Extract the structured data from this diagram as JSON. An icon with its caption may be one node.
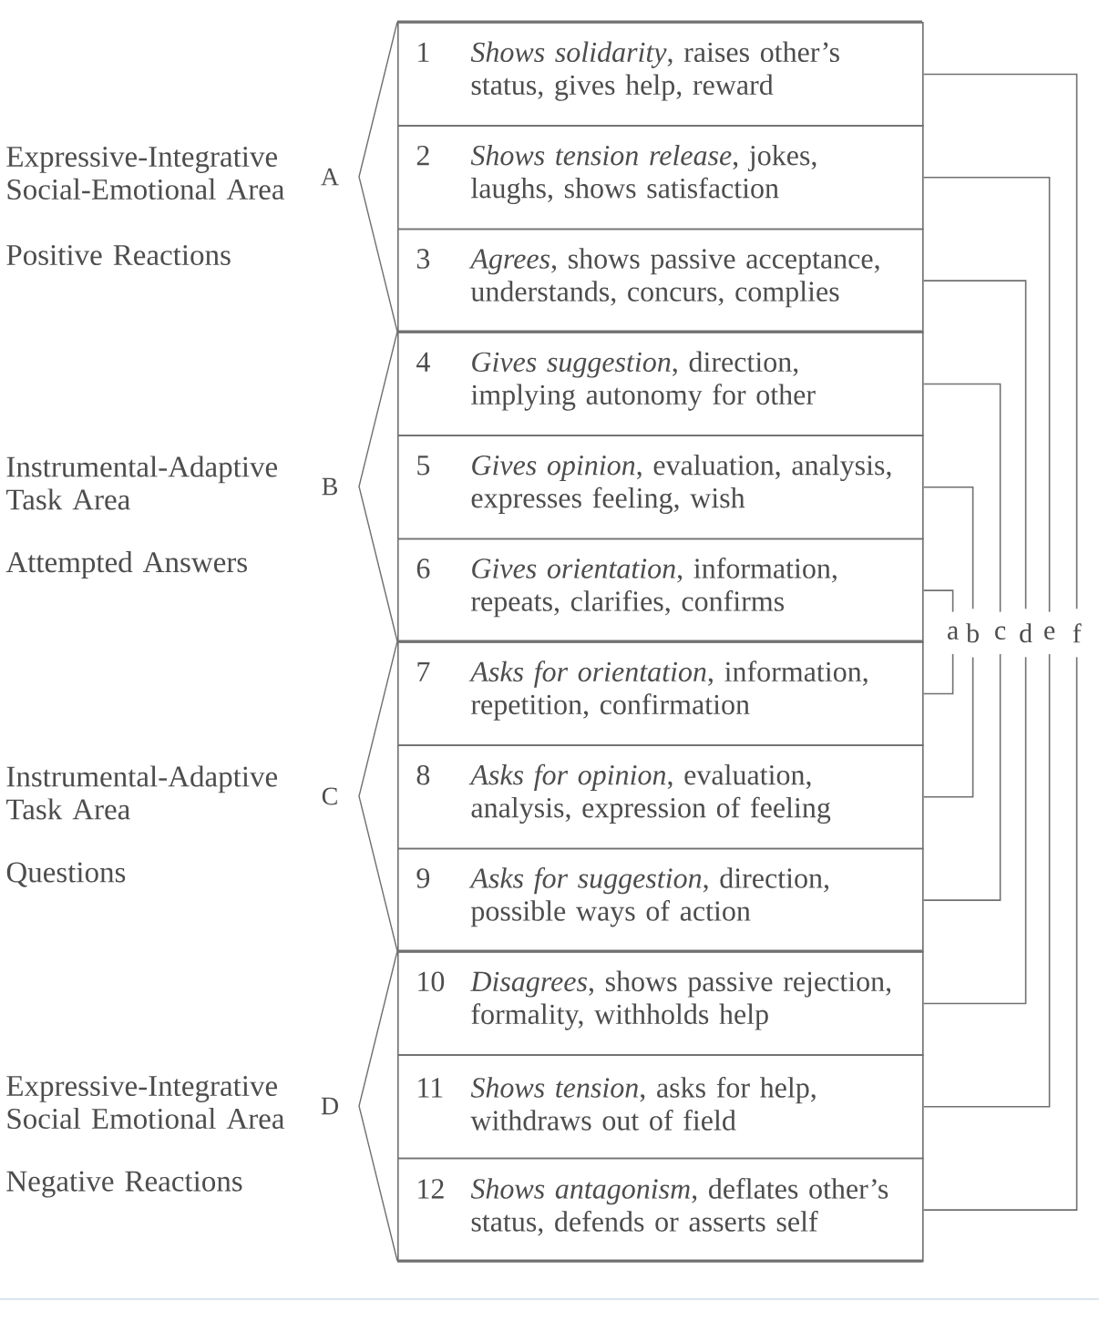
{
  "diagram": {
    "nodes": [
      {
        "text": [
          "1",
          "*Shows solidarity*, raises other’s status, gives help, reward"
        ]
      },
      {
        "text": [
          "2",
          "*Shows tension release*, jokes, laughs, shows satisfaction"
        ]
      },
      {
        "text": [
          "3",
          "*Agrees*, shows passive acceptance, understands, concurs, complies"
        ]
      },
      {
        "text": [
          "4",
          "*Gives suggestion*, direction, implying autonomy for other"
        ]
      },
      {
        "text": [
          "5",
          "*Gives opinion*, evaluation, analysis, expresses feeling, wish"
        ]
      },
      {
        "text": [
          "6",
          "*Gives orientation*, information, repeats, clarifies, confirms"
        ]
      },
      {
        "text": [
          "7",
          "*Asks for orientation*, information, repetition, confirmation"
        ]
      },
      {
        "text": [
          "8",
          "*Asks for opinion*, evaluation, analysis, expression of feeling"
        ]
      },
      {
        "text": [
          "9",
          "*Asks for suggestion*, direction, possible ways of action"
        ]
      },
      {
        "text": [
          "10",
          "*Disagrees*, shows passive rejection, formality, withholds help"
        ]
      },
      {
        "text": [
          "11",
          "*Shows tension*, asks for help, withdraws out of field"
        ]
      },
      {
        "text": [
          "12",
          "*Shows antagonism*, deflates other’s status, defends or asserts self"
        ]
      }
    ],
    "edges": [
      {
        "from": 5,
        "to": 6,
        "arrow": "none",
        "label": "a"
      },
      {
        "from": 4,
        "to": 7,
        "arrow": "none",
        "label": "b"
      },
      {
        "from": 3,
        "to": 8,
        "arrow": "none",
        "label": "c"
      },
      {
        "from": 2,
        "to": 9,
        "arrow": "none",
        "label": "d"
      },
      {
        "from": 1,
        "to": 10,
        "arrow": "none",
        "label": "e"
      },
      {
        "from": 0,
        "to": 11,
        "arrow": "none",
        "label": "f"
      }
    ],
    "labels": [
      "Expressive-Integrative Social-Emotional Area",
      "A",
      "Positive Reactions",
      "Instrumental-Adaptive Task Area",
      "B",
      "Attempted Answers",
      "Instrumental-Adaptive Task Area",
      "C",
      "Questions",
      "Expressive-Integrative Social Emotional Area",
      "D",
      "Negative Reactions"
    ]
  }
}
